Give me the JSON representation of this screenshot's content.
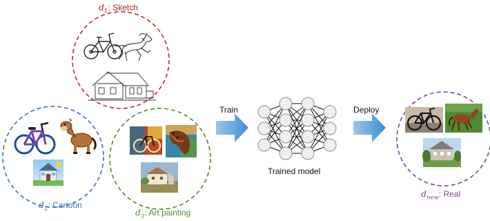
{
  "domains": {
    "d1": {
      "var_base": "d",
      "var_sub": "1",
      "name": "Sketch",
      "color": "#b22222"
    },
    "d2": {
      "var_base": "d",
      "var_sub": "2",
      "name": "Cartoon",
      "color": "#3b6fb6"
    },
    "d3": {
      "var_base": "d",
      "var_sub": "3",
      "name": "Art painting",
      "color": "#4e8a2c"
    },
    "dnew": {
      "var_base": "d",
      "var_sub": "new",
      "name": "Real",
      "color": "#7b3fa0"
    }
  },
  "label_separator": ": ",
  "train_label": "Train",
  "deploy_label": "Deploy",
  "model_label": "Trained model",
  "colors": {
    "arrow": "#4b97d4",
    "node_fill": "#efefef",
    "node_stroke": "#8c8c8c"
  },
  "icons": [
    "bicycle-icon",
    "horse-icon",
    "house-icon",
    "neural-network-icon"
  ]
}
